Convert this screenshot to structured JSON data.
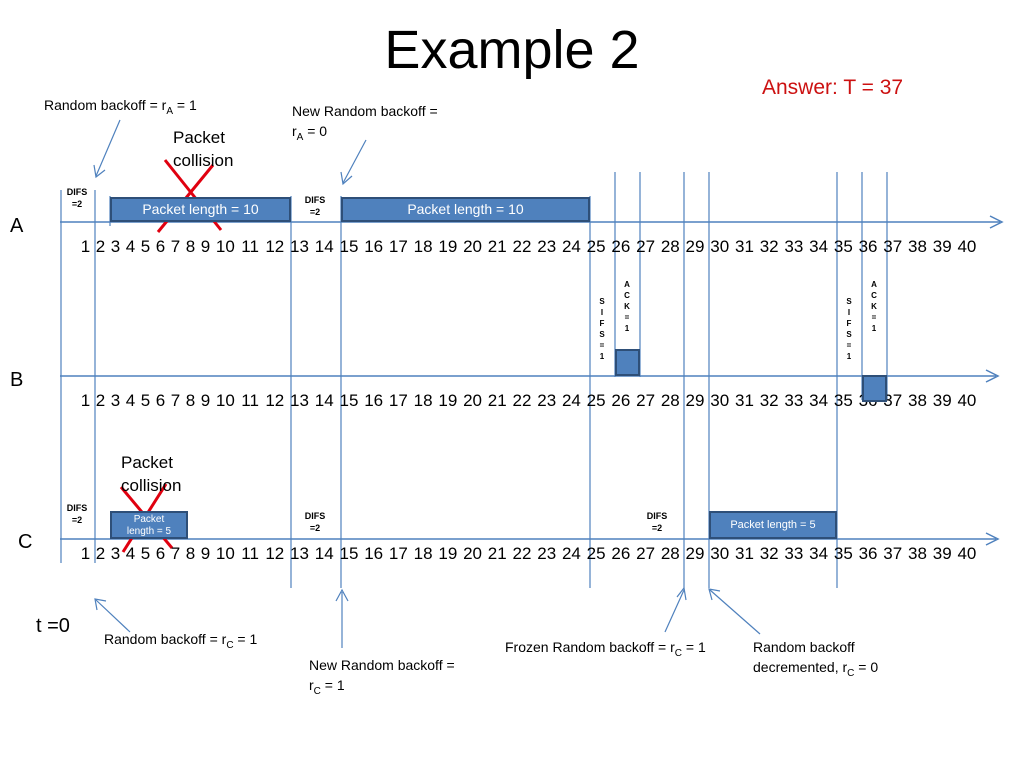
{
  "title": "Example 2",
  "answer": "Answer: T = 37",
  "rows": [
    "A",
    "B",
    "C"
  ],
  "time_label": "t =0",
  "ticks": [
    "1",
    "2",
    "3",
    "4",
    "5",
    "6",
    "7",
    "8",
    "9",
    "10",
    "11",
    "12",
    "13",
    "14",
    "15",
    "16",
    "17",
    "18",
    "19",
    "20",
    "21",
    "22",
    "23",
    "24",
    "25",
    "26",
    "27",
    "28",
    "29",
    "30",
    "31",
    "32",
    "33",
    "34",
    "35",
    "36",
    "37",
    "38",
    "39",
    "40"
  ],
  "difs_label": "DIFS\n=2",
  "sifs_label": "S\nI\nF\nS\n=\n1",
  "ack_label": "A\nC\nK\n=\n1",
  "collision_label": "Packet\ncollision",
  "packets": {
    "a1": "Packet length = 10",
    "a2": "Packet length = 10",
    "c1": "Packet\nlength = 5",
    "c2": "Packet length = 5"
  },
  "notes": {
    "rA1_text": "Random backoff = r",
    "rA1_sub": "A",
    "rA1_tail": " = 1",
    "rA0_line1": "New Random backoff =",
    "rA0_text": "r",
    "rA0_sub": "A",
    "rA0_tail": " = 0",
    "rC1_text": "Random backoff = r",
    "rC1_sub": "C",
    "rC1_tail": " = 1",
    "rCnew_line1": "New Random backoff =",
    "rCnew_text": "r",
    "rCnew_sub": "C",
    "rCnew_tail": " = 1",
    "frozen_text": "Frozen Random backoff = r",
    "frozen_sub": "C",
    "frozen_tail": " = 1",
    "dec_line1": "Random backoff",
    "dec_text": "decremented, r",
    "dec_sub": "C",
    "dec_tail": " = 0"
  },
  "colors": {
    "axis": "#4f81bd",
    "packet_fill": "#4f81bd",
    "packet_border": "#2e4f78",
    "cross": "#e0000f",
    "answer": "#cc1111"
  }
}
